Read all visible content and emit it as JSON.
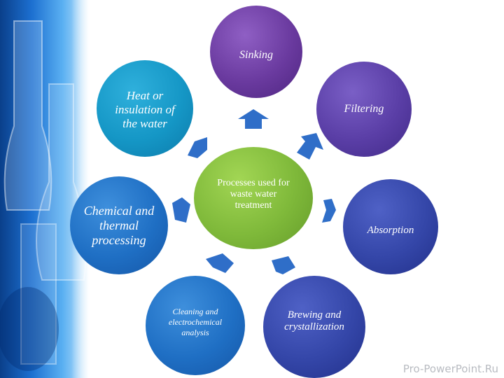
{
  "diagram": {
    "center": "Processes used for waste water treatment",
    "nodes": {
      "sinking": "Sinking",
      "filtering": "Filtering",
      "absorption": "Absorption",
      "brewing": "Brewing and crystallization",
      "cleaning": "Cleaning and electrochemical analysis",
      "chemical": "Chemical and thermal processing",
      "heat": "Heat or insulation of the water"
    },
    "colors": {
      "center": "#7fb93a",
      "arrows": "#2f6ec8"
    }
  },
  "watermark": "Pro-PowerPoint.Ru"
}
